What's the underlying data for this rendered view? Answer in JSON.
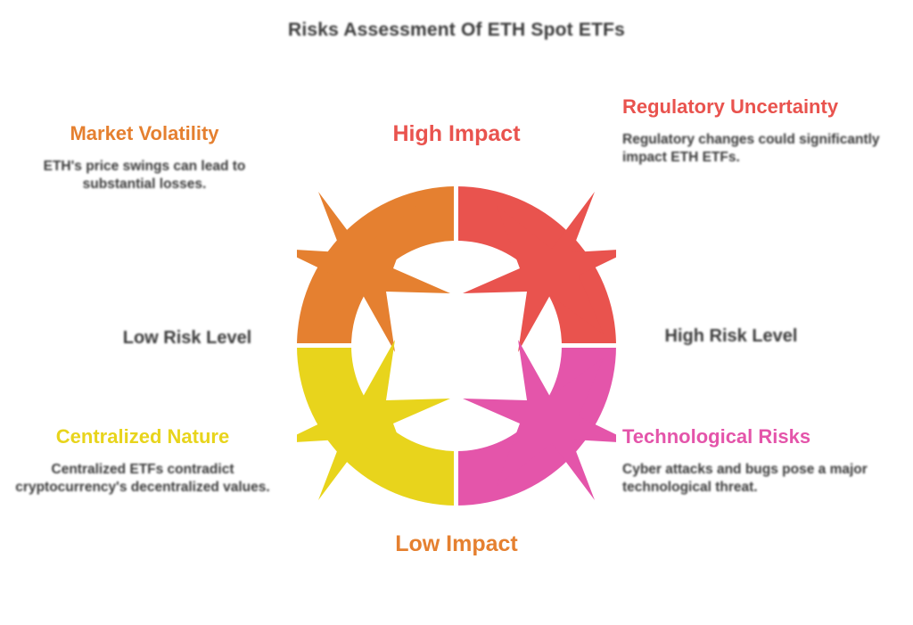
{
  "title": "Risks Assessment Of ETH Spot ETFs",
  "axes": {
    "top_label": "High Impact",
    "bottom_label": "Low Impact",
    "left_label": "Low Risk Level",
    "right_label": "High Risk Level"
  },
  "quadrants": [
    {
      "key": "market-volatility",
      "heading": "Market Volatility",
      "body": "ETH's price swings can lead to substantial losses.",
      "color": "#E58030",
      "position": "top-left"
    },
    {
      "key": "regulatory-uncertainty",
      "heading": "Regulatory Uncertainty",
      "body": "Regulatory changes could significantly impact ETH ETFs.",
      "color": "#E9534E",
      "position": "top-right"
    },
    {
      "key": "centralized-nature",
      "heading": "Centralized Nature",
      "body": "Centralized ETFs contradict cryptocurrency's decentralized values.",
      "color": "#E8D41C",
      "position": "bottom-left"
    },
    {
      "key": "technological-risks",
      "heading": "Technological Risks",
      "body": "Cyber attacks and bugs pose a major technological threat.",
      "color": "#E455AA",
      "position": "bottom-right"
    }
  ],
  "diagram": {
    "type": "cyclic-arrow-ring",
    "segment_count": 4,
    "segments": [
      {
        "name": "top-left-arrow-segment",
        "color": "#E58030"
      },
      {
        "name": "top-right-arrow-segment",
        "color": "#E9534E"
      },
      {
        "name": "bottom-right-arrow-segment",
        "color": "#E455AA"
      },
      {
        "name": "bottom-left-arrow-segment",
        "color": "#E8D41C"
      }
    ]
  },
  "colors": {
    "orange": "#E58030",
    "coral": "#E9534E",
    "yellow": "#E8D41C",
    "pink": "#E455AA",
    "text_dark": "#3a3a3a",
    "background": "#ffffff"
  }
}
